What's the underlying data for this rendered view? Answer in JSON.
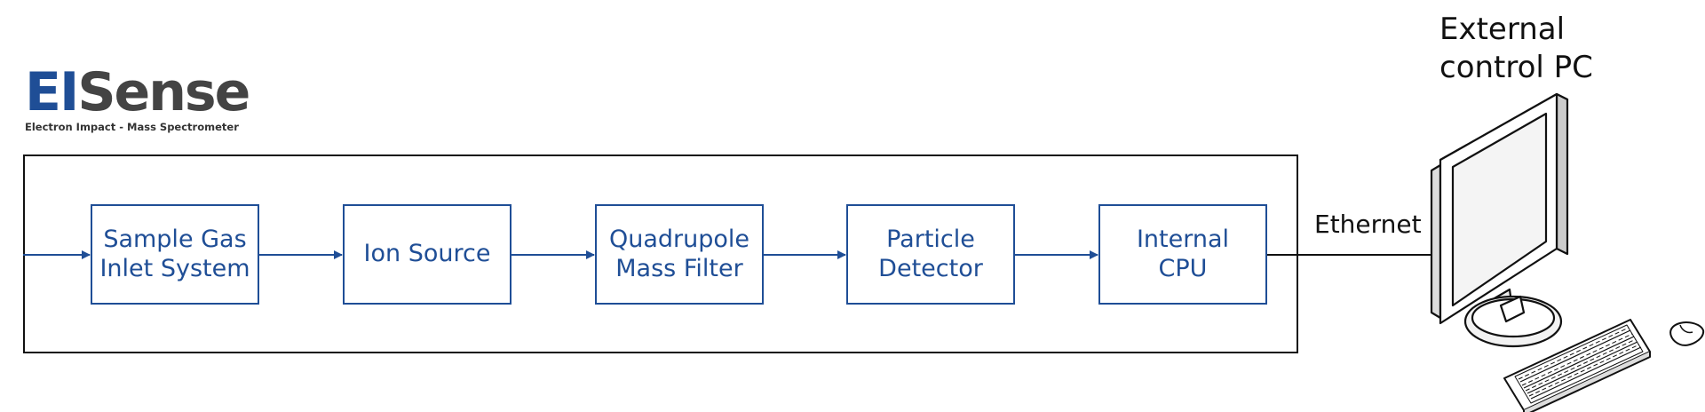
{
  "logo": {
    "part_ei": "EI",
    "part_sense": "Sense",
    "subtitle": "Electron Impact - Mass Spectrometer"
  },
  "blocks": [
    {
      "label": "Sample Gas\nInlet System"
    },
    {
      "label": "Ion Source"
    },
    {
      "label": "Quadrupole\nMass Filter"
    },
    {
      "label": "Particle\nDetector"
    },
    {
      "label": "Internal\nCPU"
    }
  ],
  "link": {
    "label": "Ethernet"
  },
  "pc": {
    "label": "External\ncontrol PC"
  },
  "colors": {
    "accent": "#1f4e96",
    "logo_gray": "#444444",
    "line": "#111111"
  }
}
